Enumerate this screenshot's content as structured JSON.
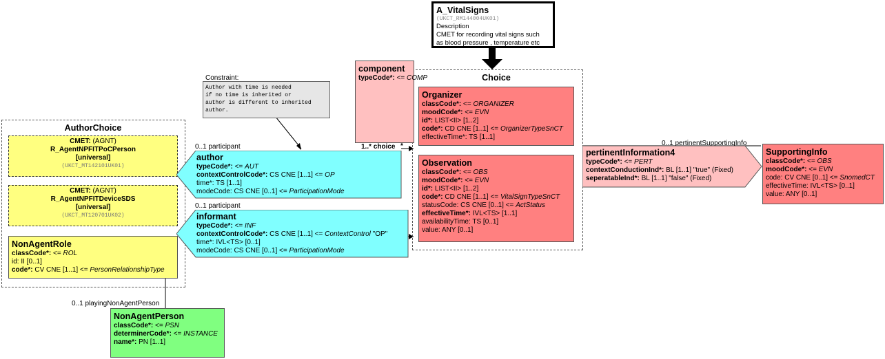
{
  "header": {
    "title": "A_VitalSigns",
    "id": "(UKCT_RM144004UK01)",
    "desc_label": "Description",
    "desc_line1": "CMET for recording vital signs such",
    "desc_line2": "as blood pressure , temperature etc"
  },
  "constraint": {
    "label": "Constraint:",
    "lines": [
      "Author with time is needed",
      "if no time is inherited or",
      "author is different to inherited",
      "author."
    ]
  },
  "choice": {
    "title": "Choice",
    "label": "1..* choice",
    "star": "*"
  },
  "component": {
    "title": "component",
    "attr_name": "typeCode*:",
    "attr_op": "<=",
    "attr_val": "COMP"
  },
  "organizer": {
    "title": "Organizer",
    "rows": [
      {
        "name": "classCode*:",
        "rest": "<=",
        "ital": "ORGANIZER"
      },
      {
        "name": "moodCode*:",
        "rest": "<=",
        "ital": "EVN"
      },
      {
        "name": "id*:",
        "rest": "LIST<II> [1..2]",
        "ital": ""
      },
      {
        "name": "code*:",
        "rest": "CD CNE [1..1] <=",
        "ital": "OrganizerTypeSnCT"
      },
      {
        "name": "",
        "rest": "effectiveTime*: TS [1..1]",
        "ital": ""
      }
    ]
  },
  "observation": {
    "title": "Observation",
    "rows": [
      {
        "name": "classCode*:",
        "rest": "<=",
        "ital": "OBS"
      },
      {
        "name": "moodCode*:",
        "rest": "<=",
        "ital": "EVN"
      },
      {
        "name": "id*:",
        "rest": "LIST<II> [1..2]",
        "ital": ""
      },
      {
        "name": "code*:",
        "rest": "CD CNE [1..1] <=",
        "ital": "VitalSignTypeSnCT"
      },
      {
        "name": "",
        "rest": "statusCode: CS CNE [0..1] <=",
        "ital": "ActStatus"
      },
      {
        "name": "effectiveTime*:",
        "rest": "IVL<TS> [1..1]",
        "ital": ""
      },
      {
        "name": "",
        "rest": "availabilityTime: TS [0..1]",
        "ital": ""
      },
      {
        "name": "",
        "rest": "value: ANY [0..1]",
        "ital": ""
      }
    ]
  },
  "authorChoice": {
    "title": "AuthorChoice",
    "cmet1": {
      "prefix": "CMET:",
      "type": "(AGNT)",
      "name": "R_AgentNPFITPoCPerson",
      "scope": "[universal]",
      "id": "(UKCT_MT142101UK01)"
    },
    "cmet2": {
      "prefix": "CMET:",
      "type": "(AGNT)",
      "name": "R_AgentNPFITDeviceSDS",
      "scope": "[universal]",
      "id": "(UKCT_MT120701UK02)"
    }
  },
  "nonAgentRole": {
    "title": "NonAgentRole",
    "rows": [
      {
        "name": "classCode*:",
        "rest": "<=",
        "ital": "ROL"
      },
      {
        "name": "",
        "rest": "id: II [0..1]",
        "ital": ""
      },
      {
        "name": "code*:",
        "rest": "CV CNE [1..1] <=",
        "ital": "PersonRelationshipType"
      }
    ]
  },
  "nonAgentPerson": {
    "label": "0..1 playingNonAgentPerson",
    "title": "NonAgentPerson",
    "rows": [
      {
        "name": "classCode*:",
        "rest": "<=",
        "ital": "PSN"
      },
      {
        "name": "determinerCode*:",
        "rest": "<=",
        "ital": "INSTANCE"
      },
      {
        "name": "name*:",
        "rest": "PN [1..1]",
        "ital": ""
      }
    ]
  },
  "author": {
    "label": "0..1 participant",
    "title": "author",
    "rows": [
      {
        "name": "typeCode*:",
        "rest": "<=",
        "ital": "AUT",
        "after": ""
      },
      {
        "name": "contextControlCode*:",
        "rest": "CS CNE [1..1] <=",
        "ital": "OP",
        "after": ""
      },
      {
        "name": "",
        "rest": "time*: TS [1..1]",
        "ital": "",
        "after": ""
      },
      {
        "name": "",
        "rest": "modeCode: CS CNE [0..1] <=",
        "ital": "ParticipationMode",
        "after": ""
      }
    ]
  },
  "informant": {
    "label": "0..1 participant",
    "title": "informant",
    "rows": [
      {
        "name": "typeCode*:",
        "rest": "<=",
        "ital": "INF",
        "after": ""
      },
      {
        "name": "contextControlCode*:",
        "rest": "CS CNE [1..1] <=",
        "ital": "ContextControl",
        "after": "\"OP\""
      },
      {
        "name": "",
        "rest": "time*: IVL<TS> [0..1]",
        "ital": "",
        "after": ""
      },
      {
        "name": "",
        "rest": "modeCode: CS CNE [0..1] <=",
        "ital": "ParticipationMode",
        "after": ""
      }
    ]
  },
  "pertinent": {
    "label": "0..1 pertinentSupportingInfo",
    "title": "pertinentInformation4",
    "rows": [
      {
        "name": "typeCode*:",
        "rest": "<=",
        "ital": "PERT"
      },
      {
        "name": "contextConductionInd*:",
        "rest": "BL [1..1] \"true\" (Fixed)",
        "ital": ""
      },
      {
        "name": "seperatableInd*:",
        "rest": "BL [1..1] \"false\" (Fixed)",
        "ital": ""
      }
    ]
  },
  "supportingInfo": {
    "title": "SupportingInfo",
    "rows": [
      {
        "name": "classCode*:",
        "rest": "<=",
        "ital": "OBS"
      },
      {
        "name": "moodCode*:",
        "rest": "<=",
        "ital": "EVN"
      },
      {
        "name": "",
        "rest": "code: CV CNE [0..1] <=",
        "ital": "SnomedCT"
      },
      {
        "name": "",
        "rest": "effectiveTime: IVL<TS> [0..1]",
        "ital": ""
      },
      {
        "name": "",
        "rest": "value: ANY [0..1]",
        "ital": ""
      }
    ]
  },
  "colors": {
    "act": "#ff8080",
    "actRel": "#ffc0c0",
    "participation": "#80ffff",
    "role": "#ffff80",
    "entity": "#80ff80"
  }
}
